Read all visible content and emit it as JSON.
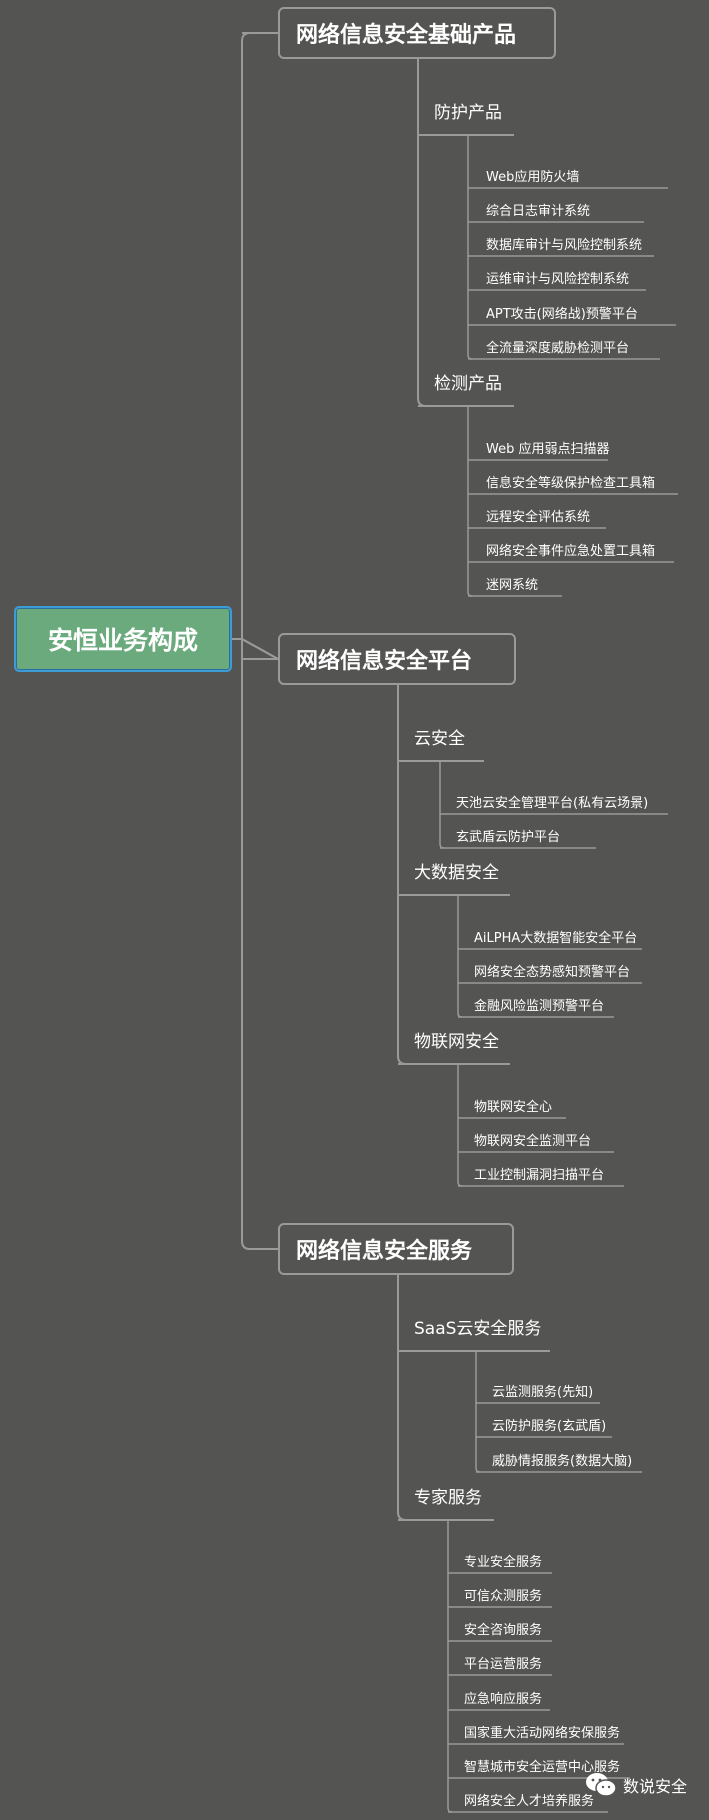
{
  "root": "安恒业务构成",
  "branches": [
    {
      "title": "网络信息安全基础产品",
      "groups": [
        {
          "title": "防护产品",
          "items": [
            "Web应用防火墙",
            "综合日志审计系统",
            "数据库审计与风险控制系统",
            "运维审计与风险控制系统",
            "APT攻击(网络战)预警平台",
            "全流量深度威胁检测平台"
          ]
        },
        {
          "title": "检测产品",
          "items": [
            "Web 应用弱点扫描器",
            "信息安全等级保护检查工具箱",
            "远程安全评估系统",
            "网络安全事件应急处置工具箱",
            "迷网系统"
          ]
        }
      ]
    },
    {
      "title": "网络信息安全平台",
      "groups": [
        {
          "title": "云安全",
          "items": [
            "天池云安全管理平台(私有云场景)",
            "玄武盾云防护平台"
          ]
        },
        {
          "title": "大数据安全",
          "items": [
            "AiLPHA大数据智能安全平台",
            "网络安全态势感知预警平台",
            "金融风险监测预警平台"
          ]
        },
        {
          "title": "物联网安全",
          "items": [
            "物联网安全心",
            "物联网安全监测平台",
            "工业控制漏洞扫描平台"
          ]
        }
      ]
    },
    {
      "title": "网络信息安全服务",
      "groups": [
        {
          "title": "SaaS云安全服务",
          "items": [
            "云监测服务(先知)",
            "云防护服务(玄武盾)",
            "威胁情报服务(数据大脑)"
          ]
        },
        {
          "title": "专家服务",
          "items": [
            "专业安全服务",
            "可信众测服务",
            "安全咨询服务",
            "平台运营服务",
            "应急响应服务",
            "国家重大活动网络安保服务",
            "智慧城市安全运营中心服务",
            "网络安全人才培养服务"
          ]
        }
      ]
    }
  ],
  "watermark": "数说安全",
  "colors": {
    "background": "#545553",
    "root_fill": "#6aaa7c",
    "root_border": "#3d9bd6",
    "line": "#9a9a98",
    "text": "#ffffff"
  }
}
